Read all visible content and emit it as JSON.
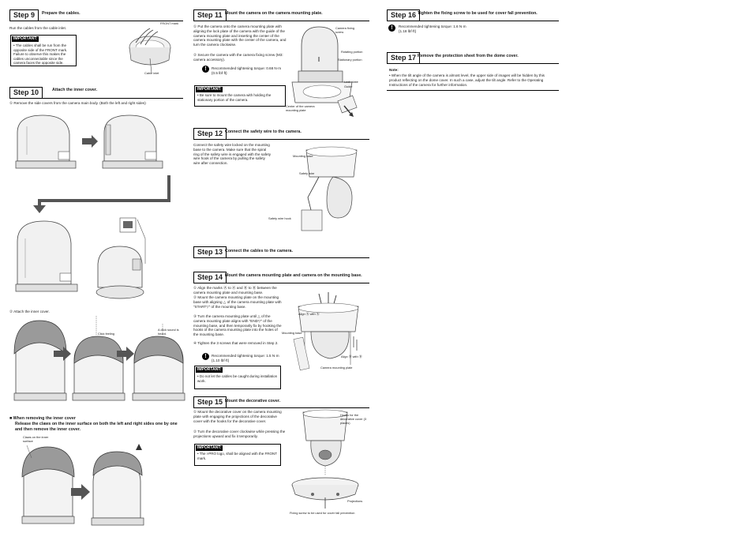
{
  "col1": {
    "step9": {
      "label": "Step 9",
      "title": "Prepare the cables.",
      "text": "Run the cables from the cable inlet.",
      "fig_front_mark": "FRONT mark",
      "fig_cable_inlet": "Cable inlet",
      "important_tag": "IMPORTANT:",
      "important_body": "The cables shall be run from the opposite side of the FRONT mark. Failure to observe this makes the cables unconnectable since the camera faces the opposite side."
    },
    "step10": {
      "label": "Step 10",
      "title": "Attach the inner cover.",
      "sub1": "① Remove the side covers from the camera main body. (Both the left and right sides)",
      "sub2": "② Attach the inner cover.",
      "fig_click_feeling": "Click feeling",
      "fig_click_sound": "A click sound is heard.",
      "remove_heading": "When removing the inner cover",
      "remove_body": "Release the claws on the inner surface on both the left and right sides one by one and then remove the inner cover.",
      "fig_claws": "Claws on the inner surface"
    }
  },
  "col2": {
    "step11": {
      "label": "Step 11",
      "title": "Mount the camera on the camera mounting plate.",
      "item1": "① Put the camera onto the camera mounting plate with aligning the lock plate of the camera with the guide of the camera mounting plate and inserting the center of the camera mounting plate with the center of the camera, and turn the camera clockwise.",
      "item2": "② Secure the camera with the camera fixing screw (M3: camera accessory).",
      "torque": "Recommended tightening torque: 0.68 N·m {0.5 lbf·ft}",
      "important_tag": "IMPORTANT:",
      "important_body": "Be sure to mount the camera with holding the stationary portion of the camera.",
      "fig_fixing_screw": "Camera fixing screw",
      "fig_rotating": "Rotating portion",
      "fig_stationary": "Stationary portion",
      "fig_lock_plate": "Lock plate",
      "fig_guide": "Guide",
      "fig_center": "Center of the camera mounting plate"
    },
    "step12": {
      "label": "Step 12",
      "title": "Connect the safety wire to the camera.",
      "text": "Connect the safety wire locked on the mounting base to the camera. Make sure that the spiral ring of the safety wire is engaged with the safety wire hook of the camera by pulling the safety wire after connection.",
      "fig_mounting_base": "Mounting base",
      "fig_safety_wire": "Safety wire",
      "fig_hook": "Safety wire hook"
    },
    "step13": {
      "label": "Step 13",
      "title": "Connect the cables to the camera."
    },
    "step14": {
      "label": "Step 14",
      "title": "Mount the camera mounting plate and camera on the mounting base.",
      "item1": "① Align the marks Ⓐ to Ⓐ and Ⓑ to Ⓑ between the camera mounting plate and mounting base.",
      "item2": "② Mount the camera mounting plate on the mounting base with aligning △ of the camera mounting plate with “START▽” of the mounting base.",
      "item3": "③ Turn the camera mounting plate until △ of the camera mounting plate aligns with “END▽” of the mounting base, and then temporarily fix by hooking the hooks of the camera mounting plate into the holes of the mounting base.",
      "item4": "④ Tighten the 3 screws that were removed in Step 2.",
      "torque": "Recommended tightening torque: 1.5 N·m {1.10 lbf·ft}",
      "important_tag": "IMPORTANT:",
      "important_body": "Do not let the cables be caught during installation work.",
      "fig_align_a": "Align Ⓐ with Ⓐ",
      "fig_mounting_base": "Mounting base",
      "fig_align_b": "Align Ⓑ with Ⓑ",
      "fig_plate": "Camera mounting plate"
    },
    "step15": {
      "label": "Step 15",
      "title": "Mount the decorative cover.",
      "item1": "① Mount the decorative cover on the camera mounting plate with engaging the projections of the decorative cover with the hooks for the decorative cover.",
      "item2": "② Turn the decorative cover clockwise while pressing the projections upward and fix it temporarily.",
      "important_tag": "IMPORTANT:",
      "important_body": "The i-PRO logo, shall be aligned with the FRONT mark.",
      "fig_hooks": "Hooks for the decorative cover (3 places)",
      "fig_projections": "Projections",
      "fig_fixing": "Fixing screw to be used for cover fall prevention"
    }
  },
  "col3": {
    "step16": {
      "label": "Step 16",
      "title": "Tighten the fixing screw to be used for cover fall prevention.",
      "torque": "Recommended tightening torque: 1.6 N·m {1.18 lbf·ft}"
    },
    "step17": {
      "label": "Step 17",
      "title": "Remove the protection sheet from the dome cover.",
      "note_heading": "Note:",
      "note_body": "When the tilt angle of the camera is almost level, the upper side of images will be hidden by this product reflecting on the dome cover. In such a case, adjust the tilt angle. Refer to the Operating Instructions of the camera for further information."
    }
  },
  "colors": {
    "ink": "#1a1a1a",
    "figure_gray": "#888888",
    "figure_fill": "#e8e8e8",
    "cover_gray": "#9a9a9a"
  },
  "icons": {
    "warning": "exclamation-circle-icon",
    "arrow": "right-arrow-icon"
  }
}
